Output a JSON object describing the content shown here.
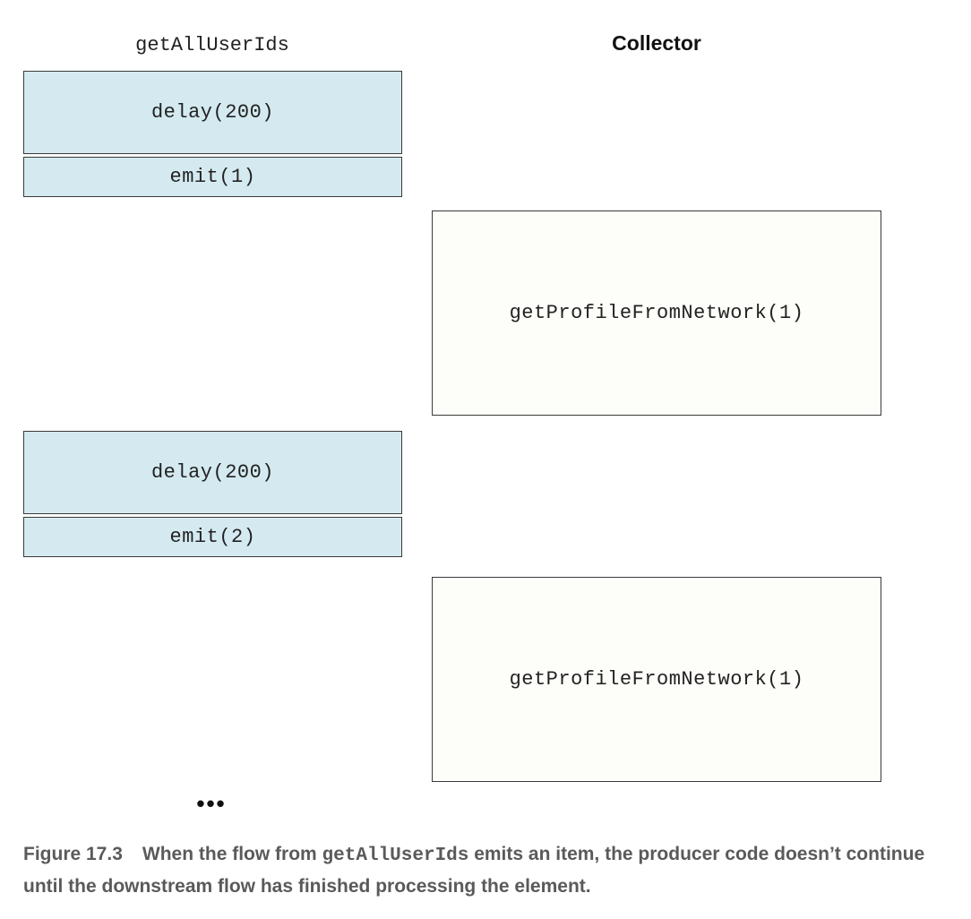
{
  "columns": {
    "producer_title": "getAllUserIds",
    "collector_title": "Collector"
  },
  "producer_blocks": [
    {
      "delay": "delay(200)",
      "emit": "emit(1)"
    },
    {
      "delay": "delay(200)",
      "emit": "emit(2)"
    }
  ],
  "collector_blocks": [
    {
      "label": "getProfileFromNetwork(1)"
    },
    {
      "label": "getProfileFromNetwork(1)"
    }
  ],
  "ellipsis": "•••",
  "caption": {
    "figure_number": "Figure 17.3",
    "text_before": "When the flow from ",
    "code": "getAllUserIds",
    "text_after": " emits an item, the producer code doesn’t continue until the downstream flow has finished processing the element."
  },
  "colors": {
    "producer_fill": "#d4eaf0",
    "collector_fill": "#fdfdf9",
    "border": "#3a3a3a",
    "caption_text": "#5a5a5a"
  }
}
